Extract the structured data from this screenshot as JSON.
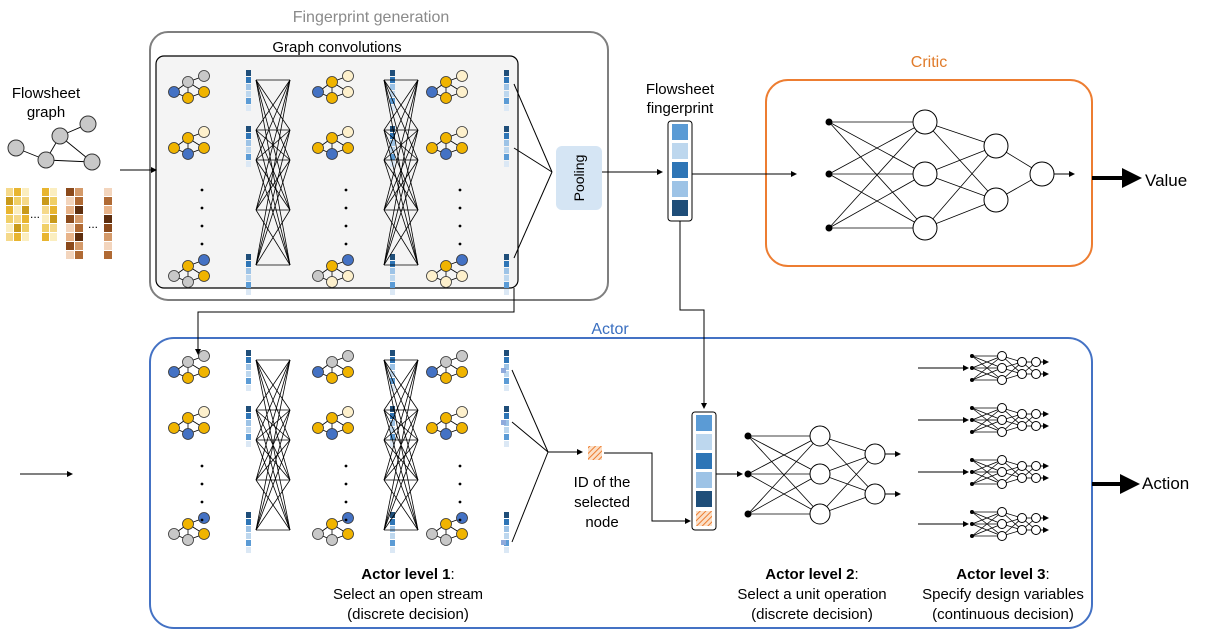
{
  "fingerprint_generation": {
    "title": "Fingerprint generation",
    "subtitle": "Graph convolutions"
  },
  "input": {
    "label_line1": "Flowsheet",
    "label_line2": "graph",
    "ellipsis": "..."
  },
  "pooling": {
    "label": "Pooling"
  },
  "fingerprint": {
    "label_line1": "Flowsheet",
    "label_line2": "fingerprint"
  },
  "critic": {
    "title": "Critic",
    "output": "Value"
  },
  "actor": {
    "title": "Actor",
    "output": "Action",
    "selected_node": {
      "line1": "ID of the",
      "line2": "selected",
      "line3": "node"
    },
    "level1": {
      "bold": "Actor level 1",
      "colon": ":",
      "line2": "Select an open stream",
      "line3": "(discrete decision)"
    },
    "level2": {
      "bold": "Actor level 2",
      "colon": ":",
      "line2": "Select a unit operation",
      "line3": "(discrete decision)"
    },
    "level3": {
      "bold": "Actor level 3",
      "colon": ":",
      "line2": "Specify design variables",
      "line3": "(continuous decision)"
    }
  },
  "colors": {
    "node_blue": "#4472c4",
    "node_yellow": "#f0b400",
    "node_grey": "#c8c8c8",
    "node_cream": "#fdf0cc",
    "critic_border": "#ed7d31",
    "actor_border": "#4472c4",
    "pooling_fill": "#d5e5f4",
    "fingerprint_colors": [
      "#5b9bd5",
      "#bdd7ee",
      "#2e75b6",
      "#9dc3e6",
      "#1f4e79"
    ]
  }
}
